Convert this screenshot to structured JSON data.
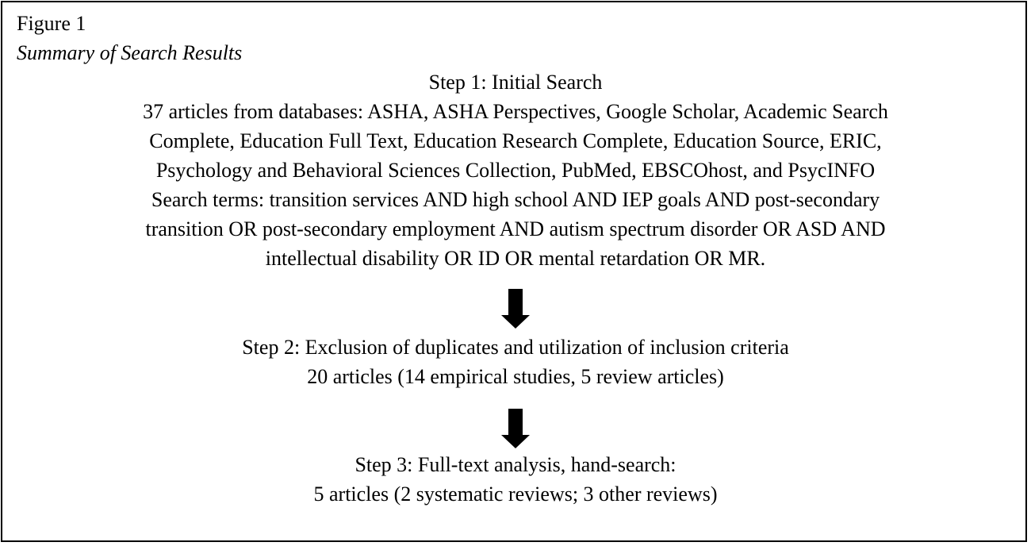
{
  "figure_label": "Figure 1",
  "figure_title": "Summary of Search Results",
  "step1": {
    "heading": "Step 1: Initial Search",
    "lines": [
      "37 articles from databases: ASHA, ASHA Perspectives, Google Scholar, Academic Search",
      "Complete, Education Full Text, Education Research Complete, Education Source, ERIC,",
      "Psychology and Behavioral Sciences Collection, PubMed, EBSCOhost, and PsycINFO",
      "Search terms: transition services AND high school AND IEP goals AND post-secondary",
      "transition OR post-secondary employment AND autism spectrum disorder OR ASD AND",
      "intellectual disability OR ID OR mental retardation OR MR."
    ]
  },
  "step2": {
    "heading": "Step 2: Exclusion of duplicates and utilization of inclusion criteria",
    "lines": [
      "20 articles (14 empirical studies, 5 review articles)"
    ]
  },
  "step3": {
    "heading": "Step 3: Full-text analysis, hand-search:",
    "lines": [
      "5 articles (2 systematic reviews; 3 other reviews)"
    ]
  },
  "arrow_icon": "down-arrow-icon"
}
